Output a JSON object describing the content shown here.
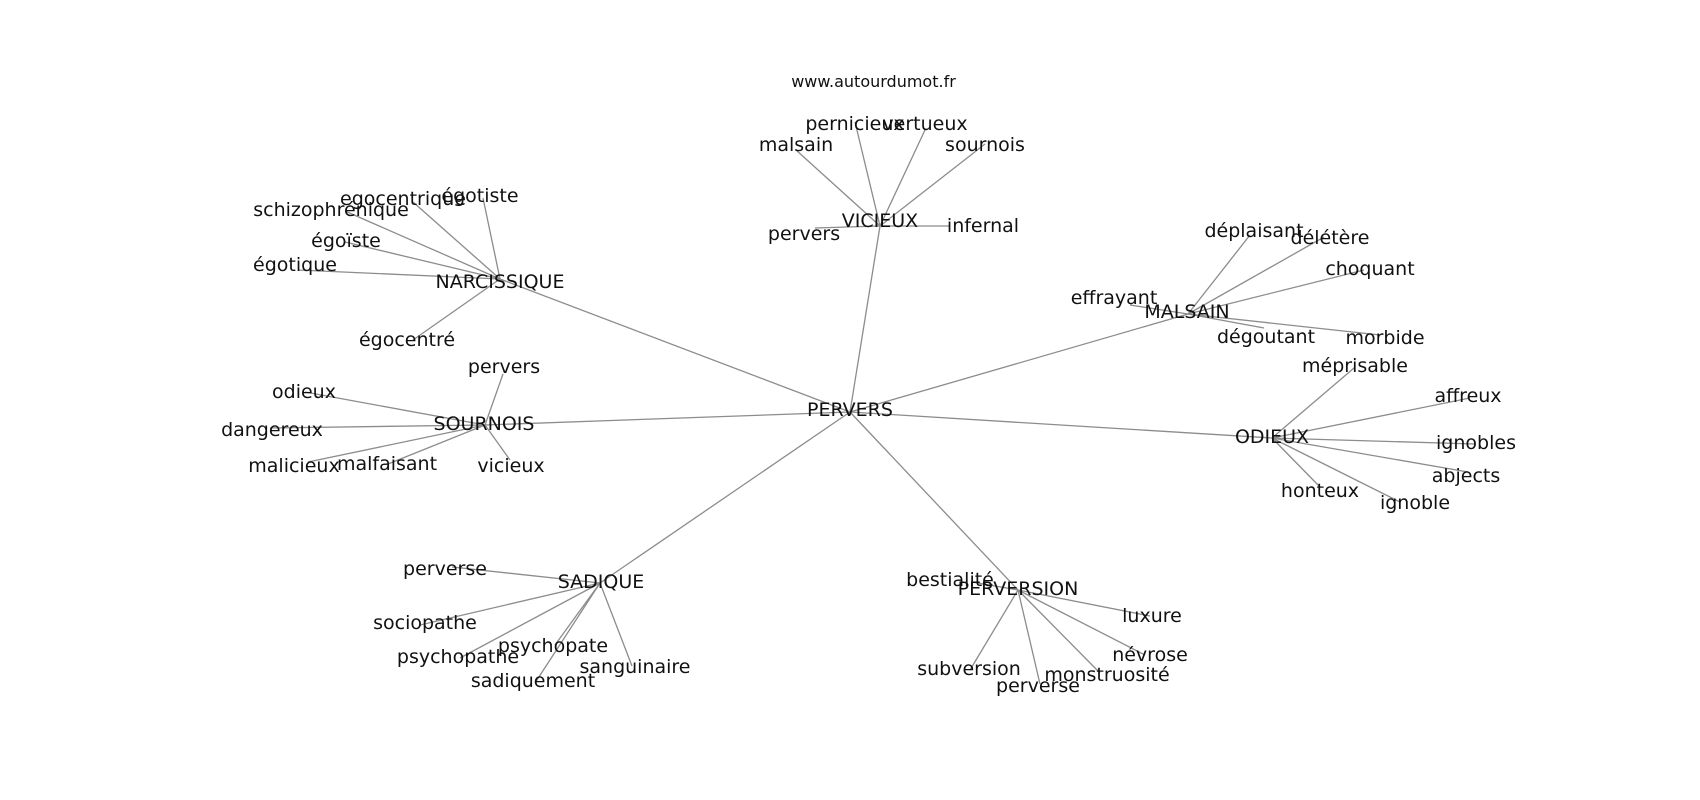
{
  "site_label": "www.autourdumot.fr",
  "center": "PERVERS",
  "clusters": [
    {
      "label": "VICIEUX",
      "words": [
        "pernicieux",
        "vertueux",
        "malsain",
        "sournois",
        "pervers",
        "infernal"
      ]
    },
    {
      "label": "NARCISSIQUE",
      "words": [
        "egocentrique",
        "égotiste",
        "schizophrénique",
        "égoïste",
        "égotique",
        "égocentré"
      ]
    },
    {
      "label": "MALSAIN",
      "words": [
        "déplaisant",
        "délétère",
        "choquant",
        "effrayant",
        "dégoutant",
        "morbide"
      ]
    },
    {
      "label": "SOURNOIS",
      "words": [
        "pervers",
        "odieux",
        "dangereux",
        "malicieux",
        "malfaisant",
        "vicieux"
      ]
    },
    {
      "label": "ODIEUX",
      "words": [
        "méprisable",
        "affreux",
        "ignobles",
        "abjects",
        "honteux",
        "ignoble"
      ]
    },
    {
      "label": "SADIQUE",
      "words": [
        "perverse",
        "sociopathe",
        "psychopathe",
        "psychopate",
        "sadiquement",
        "sanguinaire"
      ]
    },
    {
      "label": "PERVERSION",
      "words": [
        "bestialité",
        "luxure",
        "névrose",
        "subversion",
        "perverse",
        "monstruosité"
      ]
    }
  ]
}
